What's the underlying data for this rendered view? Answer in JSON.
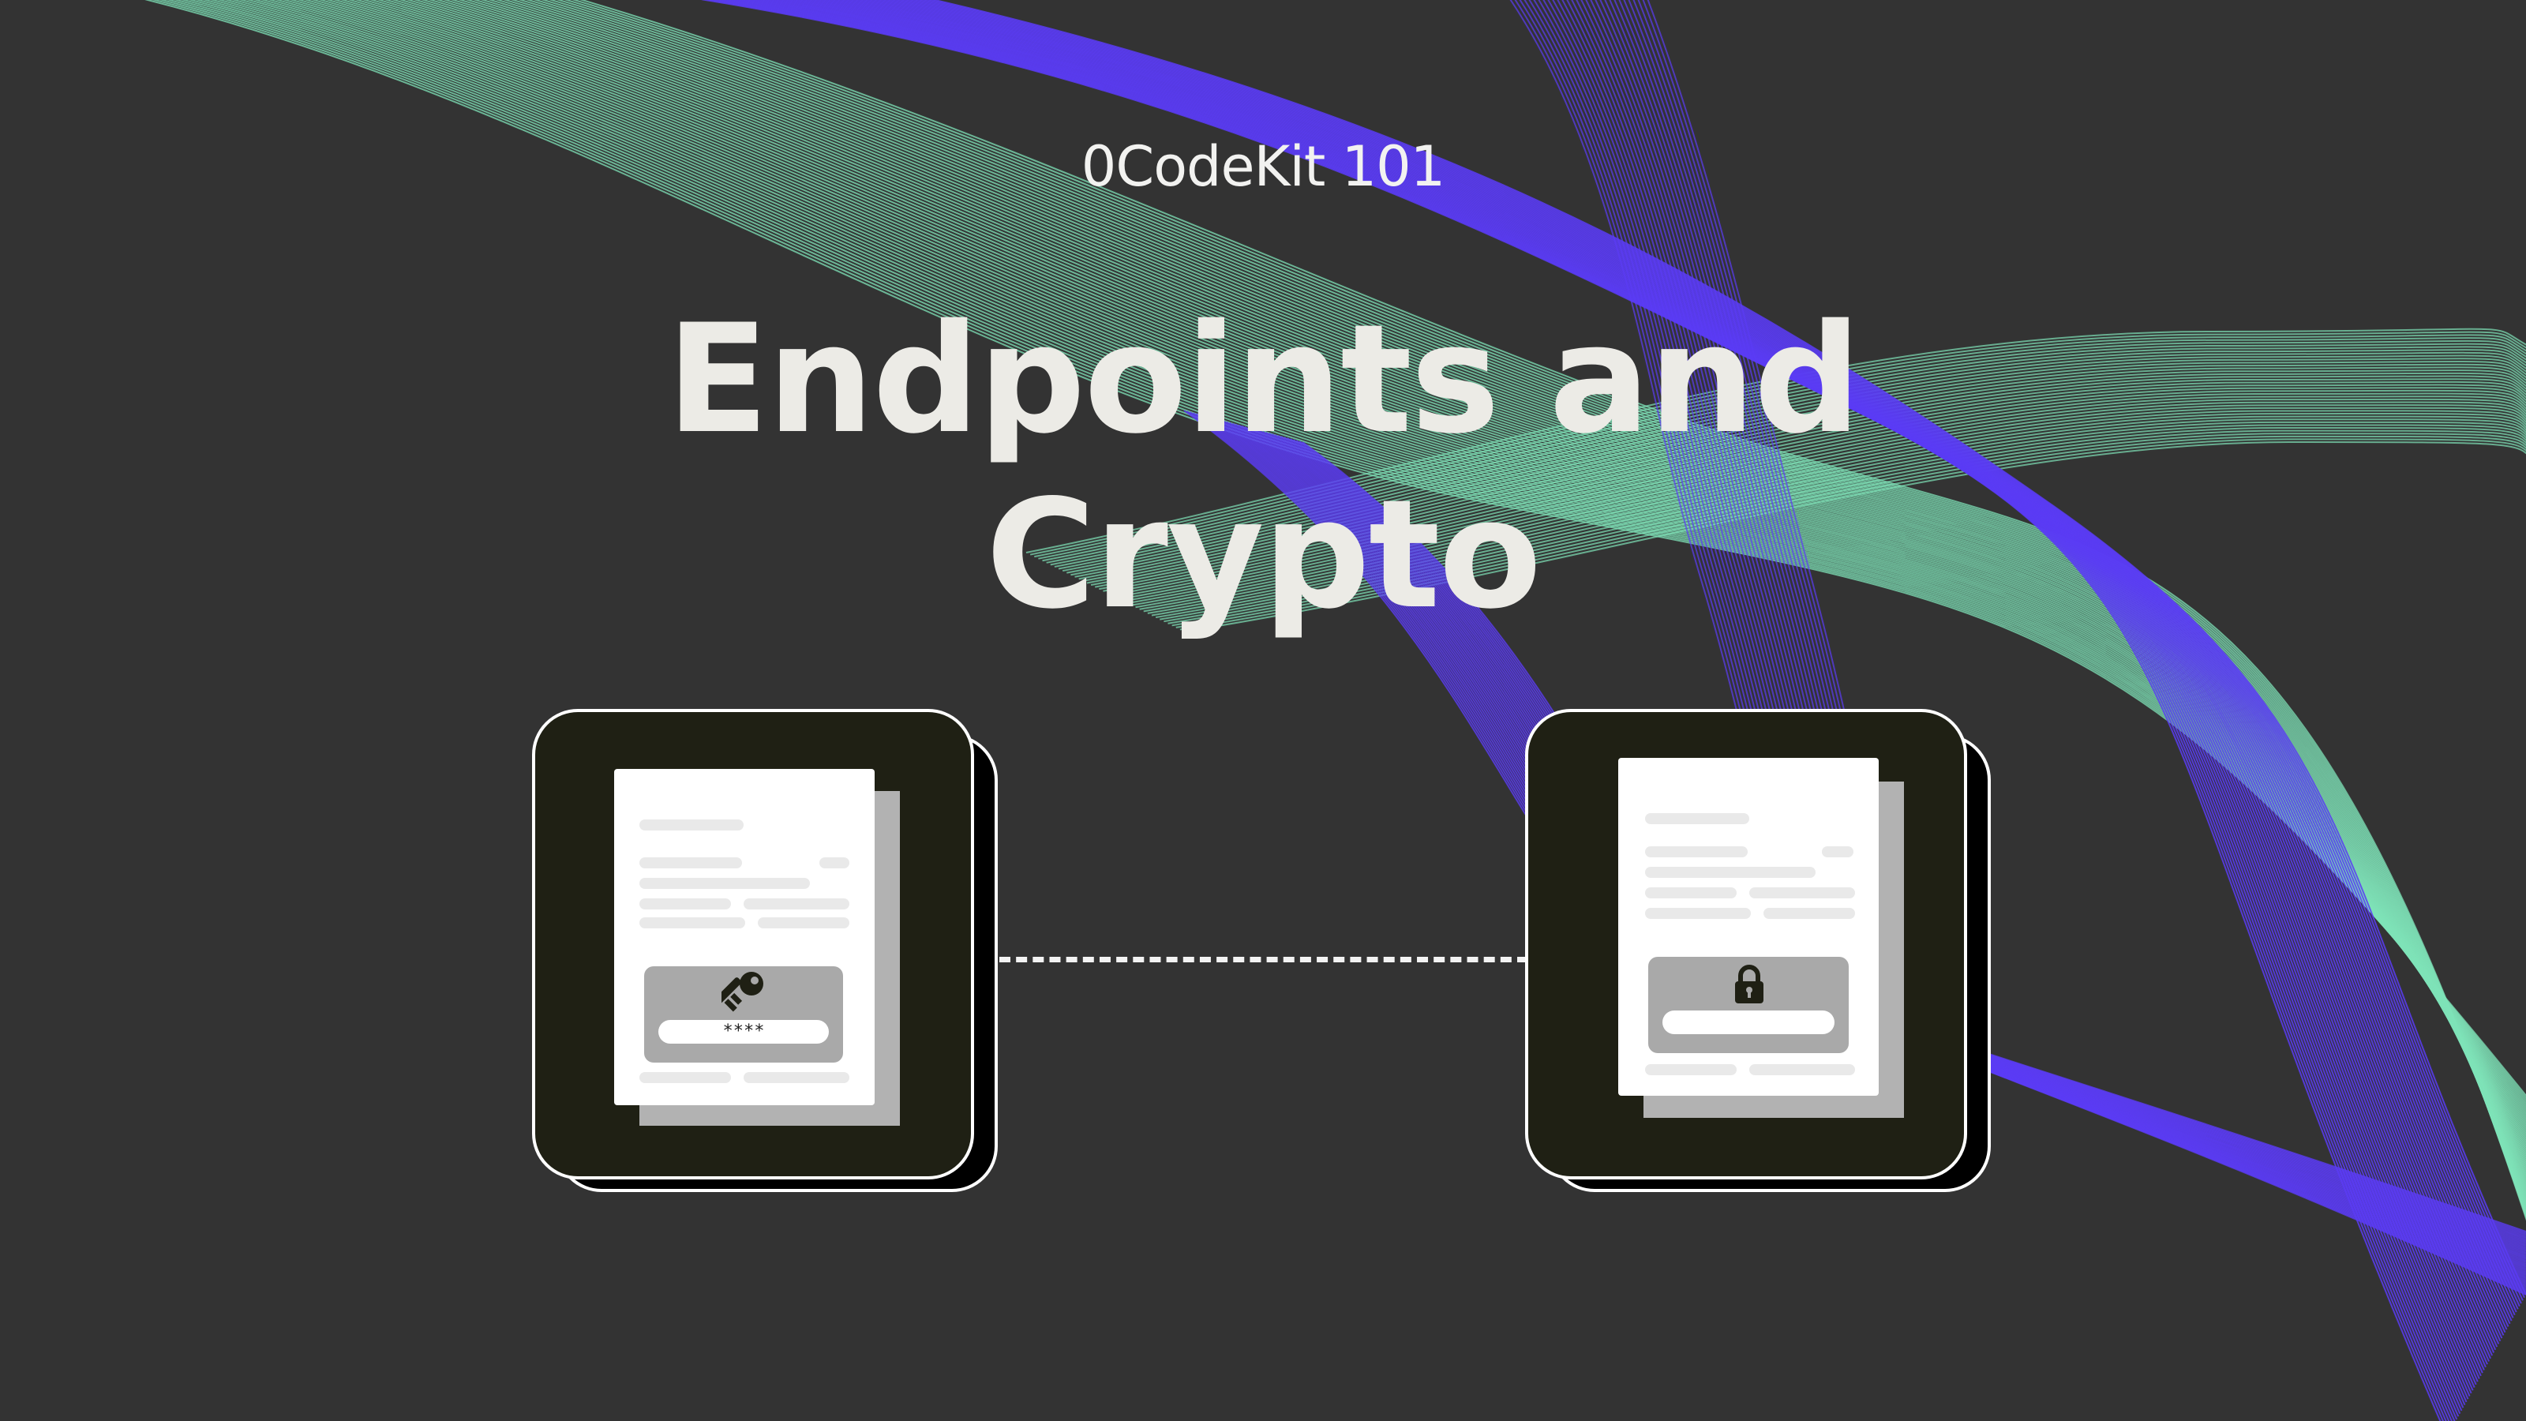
{
  "slide": {
    "kicker": "0CodeKit 101",
    "title_line1": "Endpoints and",
    "title_line2": "Crypto"
  },
  "left_card": {
    "icon": "key-icon",
    "password_mask": "****"
  },
  "right_card": {
    "icon": "lock-icon"
  },
  "colors": {
    "background": "#333333",
    "wave_green": "#7fe3b8",
    "wave_purple": "#5b3cf5",
    "card_fill": "#1f2014"
  }
}
